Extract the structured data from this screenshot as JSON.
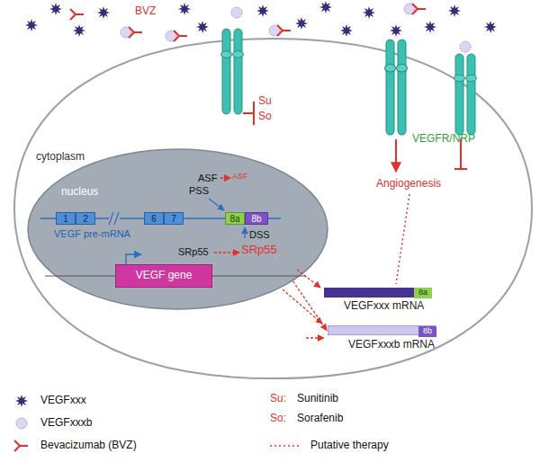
{
  "diagram": {
    "nodes": [
      {
        "text": [
          "cytoplasm"
        ]
      },
      {
        "text": [
          "nucleus"
        ],
        "in": 0
      },
      {
        "text": [
          "1"
        ],
        "in": 1
      },
      {
        "text": [
          "2"
        ],
        "in": 1
      },
      {
        "text": [
          "6"
        ],
        "in": 1
      },
      {
        "text": [
          "7"
        ],
        "in": 1
      },
      {
        "text": [
          "8a"
        ],
        "in": 1
      },
      {
        "text": [
          "8b"
        ],
        "in": 1
      },
      {
        "text": [
          "VEGF gene"
        ],
        "in": 1
      },
      {
        "text": [
          "VEGFxxx mRNA"
        ],
        "in": 0
      },
      {
        "text": [
          "8a"
        ],
        "in": 9
      },
      {
        "text": [
          "VEGFxxxb mRNA"
        ],
        "in": 0
      },
      {
        "text": [
          "8b"
        ],
        "in": 11
      }
    ],
    "edges": [
      {
        "from": 1,
        "to": 11,
        "arrow": "to"
      }
    ],
    "labels": [
      "BVZ",
      "ASF",
      "PSS",
      "ASF",
      "DSS",
      "SRp55",
      "SRp55",
      "VEGF pre-mRNA",
      "Su",
      "So",
      "VEGFR/NRP",
      "Angiogenesis",
      "Su:",
      "So:"
    ],
    "legend": [
      {
        "text": "VEGFxxx"
      },
      {
        "text": "VEGFxxxb"
      },
      {
        "text": "Bevacizumab (BVZ)"
      },
      {
        "text": "Sunitinib"
      },
      {
        "text": "Sorafenib"
      },
      {
        "text": "Putative therapy"
      }
    ]
  }
}
